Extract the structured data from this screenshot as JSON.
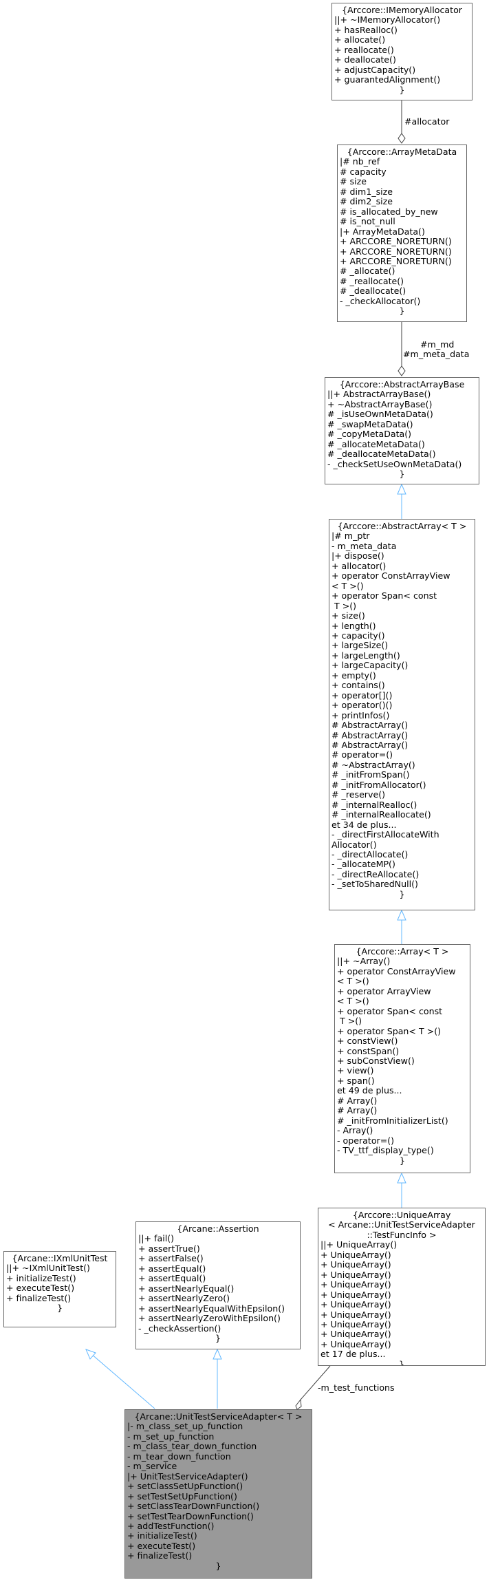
{
  "close_brace": "}",
  "nodes": {
    "imemory": {
      "title": "{Arccore::IMemoryAllocator",
      "lines": [
        "||+ ~IMemoryAllocator()",
        "+ hasRealloc()",
        "+ allocate()",
        "+ reallocate()",
        "+ deallocate()",
        "+ adjustCapacity()",
        "+ guarantedAlignment()"
      ]
    },
    "arraymeta": {
      "title": "{Arccore::ArrayMetaData",
      "lines": [
        "|# nb_ref",
        "# capacity",
        "# size",
        "# dim1_size",
        "# dim2_size",
        "# is_allocated_by_new",
        "# is_not_null",
        "|+ ArrayMetaData()",
        "+ ARCCORE_NORETURN()",
        "+ ARCCORE_NORETURN()",
        "+ ARCCORE_NORETURN()",
        "# _allocate()",
        "# _reallocate()",
        "# _deallocate()",
        "- _checkAllocator()"
      ]
    },
    "abstractbase": {
      "title": "{Arccore::AbstractArrayBase",
      "lines": [
        "||+ AbstractArrayBase()",
        "+ ~AbstractArrayBase()",
        "# _isUseOwnMetaData()",
        "# _swapMetaData()",
        "# _copyMetaData()",
        "# _allocateMetaData()",
        "# _deallocateMetaData()",
        "- _checkSetUseOwnMetaData()"
      ]
    },
    "abstractarray": {
      "title": "{Arccore::AbstractArray< T >",
      "lines": [
        "|# m_ptr",
        "- m_meta_data",
        "|+ dispose()",
        "+ allocator()",
        "+ operator ConstArrayView",
        "< T >()",
        "+ operator Span< const",
        " T >()",
        "+ size()",
        "+ length()",
        "+ capacity()",
        "+ largeSize()",
        "+ largeLength()",
        "+ largeCapacity()",
        "+ empty()",
        "+ contains()",
        "+ operator[]()",
        "+ operator()()",
        "+ printInfos()",
        "# AbstractArray()",
        "# AbstractArray()",
        "# AbstractArray()",
        "# operator=()",
        "# ~AbstractArray()",
        "# _initFromSpan()",
        "# _initFromAllocator()",
        "# _reserve()",
        "# _internalRealloc()",
        "# _internalReallocate()",
        "et 34 de plus...",
        "- _directFirstAllocateWith",
        "Allocator()",
        "- _directAllocate()",
        "- _allocateMP()",
        "- _directReAllocate()",
        "- _setToSharedNull()"
      ]
    },
    "array": {
      "title": "{Arccore::Array< T >",
      "lines": [
        "||+ ~Array()",
        "+ operator ConstArrayView",
        "< T >()",
        "+ operator ArrayView",
        "< T >()",
        "+ operator Span< const",
        " T >()",
        "+ operator Span< T >()",
        "+ constView()",
        "+ constSpan()",
        "+ subConstView()",
        "+ view()",
        "+ span()",
        "et 49 de plus...",
        "# Array()",
        "# Array()",
        "# _initFromInitializerList()",
        "- Array()",
        "- operator=()",
        "- TV_ttf_display_type()"
      ]
    },
    "uniquearray": {
      "title": "{Arccore::UniqueArray\n< Arcane::UnitTestServiceAdapter\n::TestFuncInfo >",
      "lines": [
        "||+ UniqueArray()",
        "+ UniqueArray()",
        "+ UniqueArray()",
        "+ UniqueArray()",
        "+ UniqueArray()",
        "+ UniqueArray()",
        "+ UniqueArray()",
        "+ UniqueArray()",
        "+ UniqueArray()",
        "+ UniqueArray()",
        "+ UniqueArray()",
        "et 17 de plus..."
      ]
    },
    "ixml": {
      "title": "{Arcane::IXmlUnitTest",
      "lines": [
        "||+ ~IXmlUnitTest()",
        "+ initializeTest()",
        "+ executeTest()",
        "+ finalizeTest()"
      ]
    },
    "assertion": {
      "title": "{Arcane::Assertion",
      "lines": [
        "||+ fail()",
        "+ assertTrue()",
        "+ assertFalse()",
        "+ assertEqual()",
        "+ assertEqual()",
        "+ assertNearlyEqual()",
        "+ assertNearlyZero()",
        "+ assertNearlyEqualWithEpsilon()",
        "+ assertNearlyZeroWithEpsilon()",
        "- _checkAssertion()"
      ]
    },
    "adapter": {
      "title": "{Arcane::UnitTestServiceAdapter< T >",
      "lines": [
        "|- m_class_set_up_function",
        "- m_set_up_function",
        "- m_class_tear_down_function",
        "- m_tear_down_function",
        "- m_service",
        "|+ UnitTestServiceAdapter()",
        "+ setClassSetUpFunction()",
        "+ setTestSetUpFunction()",
        "+ setClassTearDownFunction()",
        "+ setTestTearDownFunction()",
        "+ addTestFunction()",
        "+ initializeTest()",
        "+ executeTest()",
        "+ finalizeTest()"
      ]
    }
  },
  "edge_labels": {
    "allocator": "#allocator",
    "md_1": "#m_md",
    "md_2": "#m_meta_data",
    "test_functions": "-m_test_functions"
  },
  "colors": {
    "inheritance": "#63b8ff",
    "composition": "#404040",
    "focus_fill": "#999999"
  }
}
